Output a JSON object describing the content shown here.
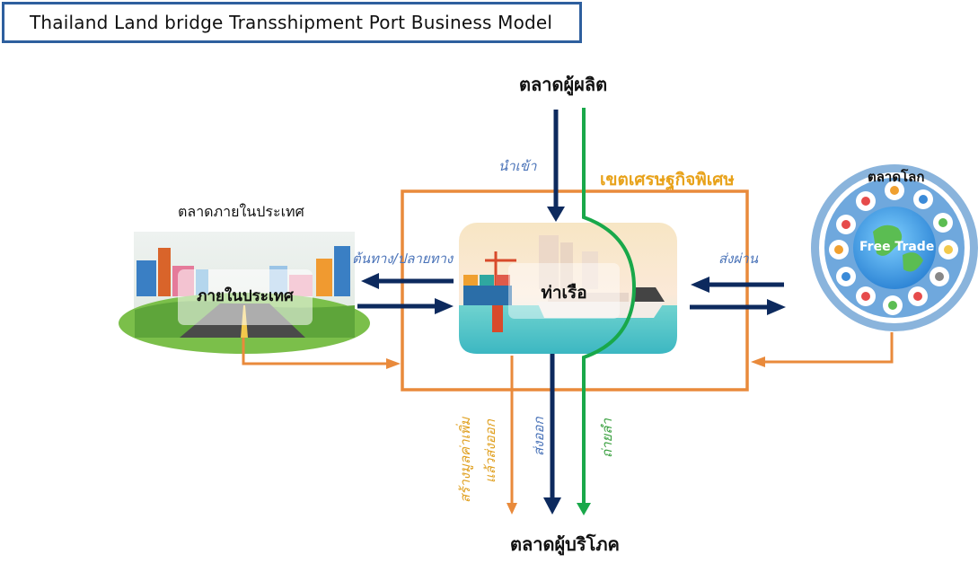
{
  "title": "Thailand Land bridge Transshipment Port Business Model",
  "labels": {
    "producer_market": "ตลาดผู้ผลิต",
    "consumer_market": "ตลาดผู้บริโภค",
    "domestic_market": "ตลาดภายในประเทศ",
    "domestic": "ภายในประเทศ",
    "world_market": "ตลาดโลก",
    "free_trade": "Free Trade",
    "port": "ท่าเรือ",
    "special_economic_zone": "เขตเศรษฐกิจพิเศษ",
    "import": "นำเข้า",
    "origin_destination": "ต้นทาง/ปลายทาง",
    "transit": "ส่งผ่าน",
    "export": "ส่งออก",
    "transship": "ถ่ายลำ",
    "value_add_line1": "สร้างมูลค่าเพิ่ม",
    "value_add_line2": "แล้วส่งออก"
  },
  "colors": {
    "navy_arrow": "#0d2a5e",
    "green_arrow": "#19a84a",
    "orange_arrow": "#e98a3b",
    "sez_border": "#e98a3b",
    "title_border": "#2e5f9e",
    "globe_ring": "#8ab4dc"
  },
  "icons": [
    "city-skyline-icon",
    "road-icon",
    "cargo-ship-icon",
    "globe-icon",
    "trade-icons-ring"
  ]
}
